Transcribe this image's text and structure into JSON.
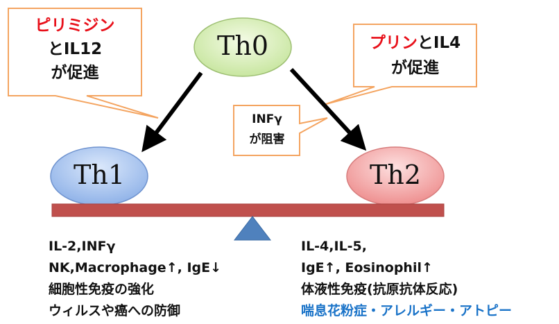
{
  "nodes": {
    "th0": "Th0",
    "th1": "Th1",
    "th2": "Th2"
  },
  "callout_left": {
    "line1_red": "ピリミジン",
    "line2": "とIL12",
    "line3": "が促進"
  },
  "callout_right": {
    "line1_red": "プリン",
    "line1_rest": "とIL4",
    "line2": "が促進"
  },
  "callout_middle": {
    "line1": "INFγ",
    "line2": "が阻害"
  },
  "th1_list": [
    "IL-2,INFγ",
    "NK,Macrophage↑, IgE↓",
    "細胞性免疫の強化",
    "ウィルスや癌への防御"
  ],
  "th2_list": [
    "IL-4,IL-5,",
    "IgE↑, Eosinophil↑",
    "体液性免疫(抗原抗体反応)",
    "喘息花粉症・アレルギー・アトピー"
  ],
  "colors": {
    "beam": "#c0504d",
    "fulcrum": "#4f81bd",
    "callout_border": "#f4a460",
    "th0_fill": "#e4f5c9",
    "th1_fill": "#a9c4ee",
    "th2_fill": "#f4a9a9",
    "accent_red": "#e8101a",
    "accent_blue": "#1a73c8"
  }
}
